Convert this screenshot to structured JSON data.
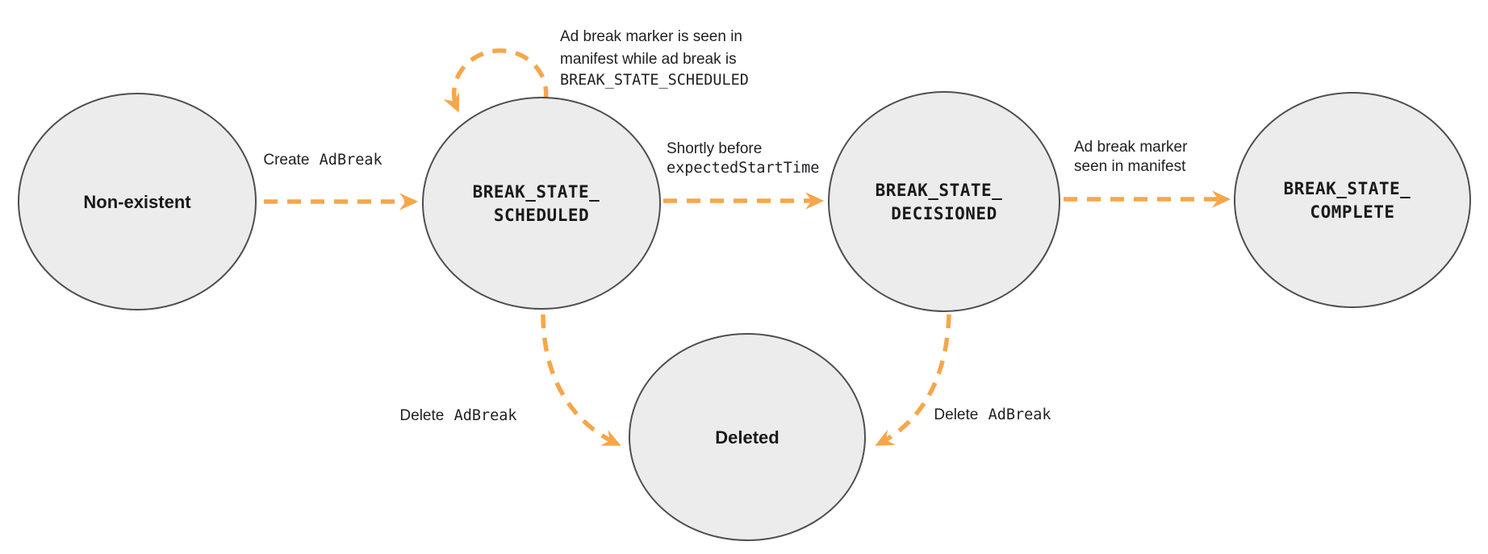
{
  "colors": {
    "accent_orange": "#f7a64a",
    "node_fill": "#ececec",
    "node_stroke": "#4f4f4f",
    "text": "#1a1a1a"
  },
  "nodes": {
    "non_existent": {
      "label": "Non-existent"
    },
    "scheduled": {
      "line1": "BREAK_STATE_",
      "line2": "SCHEDULED"
    },
    "decisioned": {
      "line1": "BREAK_STATE_",
      "line2": "DECISIONED"
    },
    "complete": {
      "line1": "BREAK_STATE_",
      "line2": "COMPLETE"
    },
    "deleted": {
      "label": "Deleted"
    }
  },
  "edges": {
    "create": {
      "plain": "Create",
      "code": "AdBreak"
    },
    "self_loop": {
      "line1": "Ad break marker is seen in",
      "line2": "manifest while ad break is",
      "line3_code": "BREAK_STATE_SCHEDULED"
    },
    "decision": {
      "line1": "Shortly before",
      "line2_code": "expectedStartTime"
    },
    "marker_seen": {
      "line1": "Ad break marker",
      "line2": "seen in manifest"
    },
    "delete_from_scheduled": {
      "plain": "Delete",
      "code": "AdBreak"
    },
    "delete_from_decisioned": {
      "plain": "Delete",
      "code": "AdBreak"
    }
  }
}
